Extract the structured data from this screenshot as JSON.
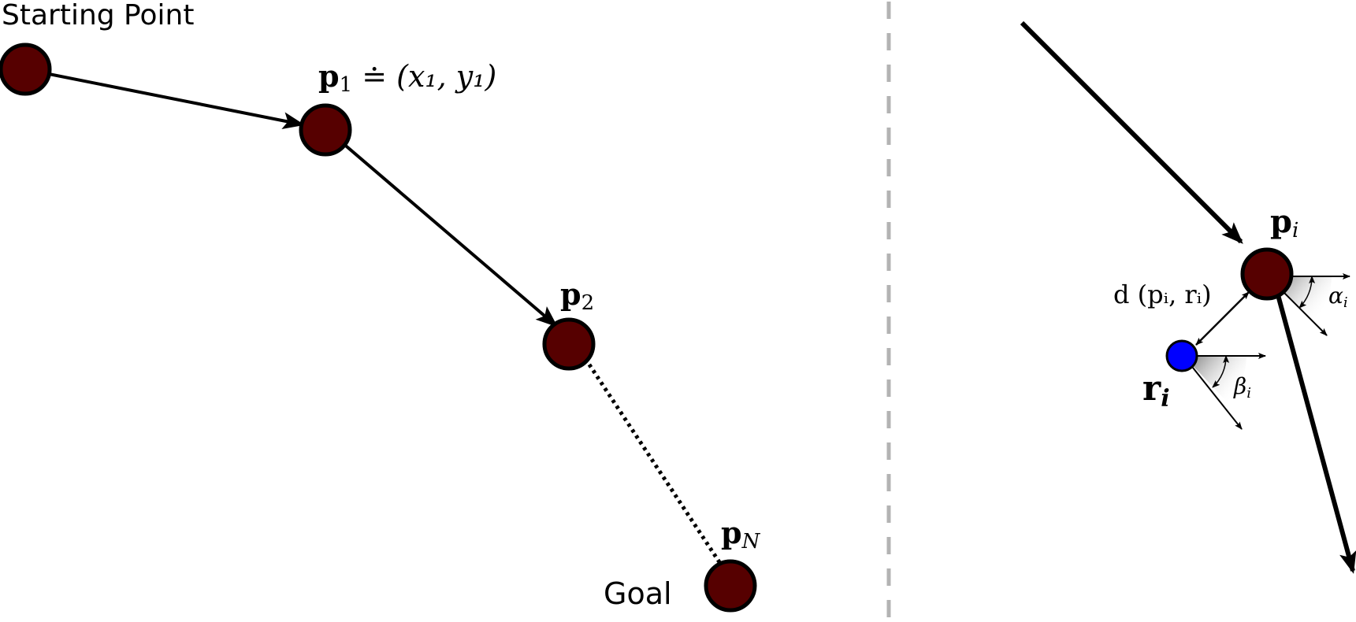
{
  "colors": {
    "waypoint_fill": "#560000",
    "robot_fill": "#0000ff",
    "stroke": "#000000",
    "divider": "#b3b3b3",
    "angle_shade": "#9a9a9a"
  },
  "left_panel": {
    "start_label": "Starting Point",
    "goal_label": "Goal",
    "p1_label": {
      "sym": "p",
      "sub": "1",
      "rest": " ≐ (x₁, y₁)"
    },
    "p2_label": {
      "sym": "p",
      "sub": "2"
    },
    "pN_label": {
      "sym": "p",
      "sub": "N"
    }
  },
  "right_panel": {
    "pi_label": {
      "sym": "p",
      "sub": "i"
    },
    "ri_label": {
      "sym": "r",
      "sub": "i"
    },
    "distance_label": "d (pᵢ, rᵢ)",
    "alpha_label": {
      "sym": "α",
      "sub": "i"
    },
    "beta_label": {
      "sym": "β",
      "sub": "i"
    }
  }
}
